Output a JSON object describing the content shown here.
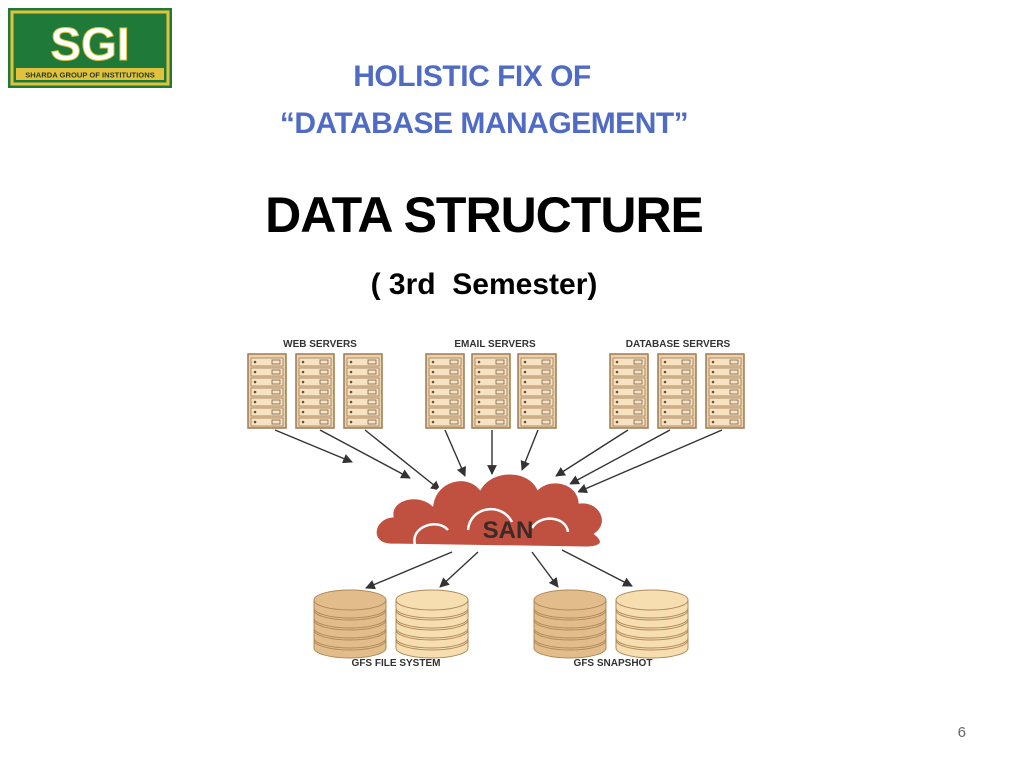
{
  "logo": {
    "text": "SGI",
    "tagline": "SHARDA GROUP OF INSTITUTIONS",
    "colors": {
      "background": "#1F7A3A",
      "frame": "#E2C23C",
      "text": "#FFFFFF"
    }
  },
  "slide": {
    "title_line1": "HOLISTIC FIX OF",
    "title_line2": "“DATABASE MANAGEMENT”",
    "subject": "DATA STRUCTURE",
    "semester": "( 3rd  Semester)",
    "page_number": "6"
  },
  "diagram": {
    "server_groups": [
      {
        "label": "WEB SERVERS"
      },
      {
        "label": "EMAIL SERVERS"
      },
      {
        "label": "DATABASE SERVERS"
      }
    ],
    "cloud_label": "SAN",
    "storage_groups": [
      {
        "label": "GFS FILE SYSTEM"
      },
      {
        "label": "GFS SNAPSHOT"
      }
    ],
    "colors": {
      "title_blue": "#4F6BC4",
      "server_fill": "#F0D2A8",
      "server_stroke": "#9A7A55",
      "cloud_fill": "#C0503F",
      "cloud_text": "#3A2A28",
      "disk_dark": "#E2BC8A",
      "disk_light": "#F6DEB0",
      "arrow": "#333333"
    },
    "icons": [
      "server-rack-icon",
      "cloud-icon",
      "disk-stack-icon",
      "arrow-icon"
    ]
  }
}
